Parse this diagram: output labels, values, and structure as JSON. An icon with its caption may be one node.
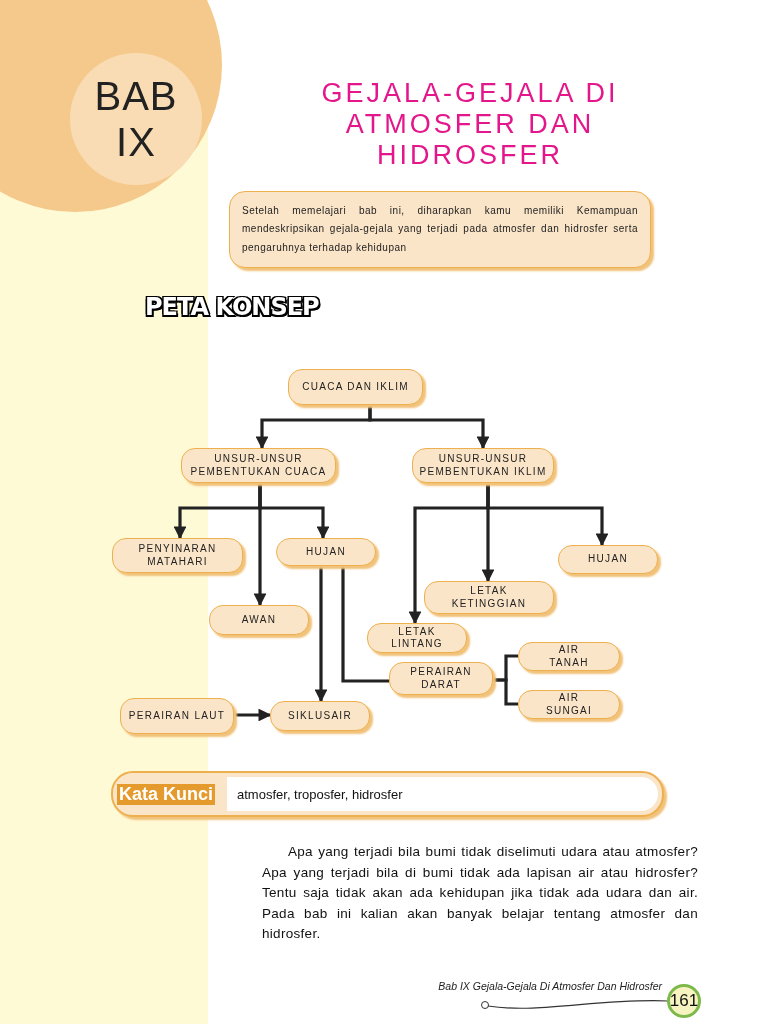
{
  "diagram": {
    "title": "GEJALA-GEJALA DI ATMOSFER DAN HIDROSFER",
    "nodes": [
      {
        "text": [
          "BAB IX"
        ]
      },
      {
        "text": [
          "Setelah memelajari bab ini, diharapkan kamu memiliki Kemampuan mendeskripsikan gejala-gejala yang terjadi pada atmosfer dan hidrosfer serta pengaruhnya terhadap kehidupan"
        ]
      },
      {
        "text": [
          "CUACA DAN IKLIM"
        ]
      },
      {
        "text": [
          "UNSUR-UNSUR PEMBENTUKAN CUACA"
        ]
      },
      {
        "text": [
          "UNSUR-UNSUR PEMBENTUKAN IKLIM"
        ]
      },
      {
        "text": [
          "PENYINARAN MATAHARI"
        ]
      },
      {
        "text": [
          "HUJAN"
        ]
      },
      {
        "text": [
          "HUJAN"
        ]
      },
      {
        "text": [
          "LETAK KETINGGIAN"
        ]
      },
      {
        "text": [
          "AWAN"
        ]
      },
      {
        "text": [
          "LETAK LINTANG"
        ]
      },
      {
        "text": [
          "AIR TANAH"
        ]
      },
      {
        "text": [
          "PERAIRAN DARAT"
        ]
      },
      {
        "text": [
          "AIR SUNGAI"
        ]
      },
      {
        "text": [
          "PERAIRAN LAUT"
        ]
      },
      {
        "text": [
          "SIKLUSAIR"
        ]
      },
      {
        "text": [
          "Kata Kunci",
          "atmosfer, troposfer, hidrosfer"
        ]
      },
      {
        "text": [
          "161"
        ]
      }
    ],
    "edges": [
      {
        "from": 2,
        "to": 3,
        "arrow": "to"
      },
      {
        "from": 2,
        "to": 4,
        "arrow": "to"
      },
      {
        "from": 3,
        "to": 5,
        "arrow": "to"
      },
      {
        "from": 3,
        "to": 6,
        "arrow": "to"
      },
      {
        "from": 3,
        "to": 9,
        "arrow": "to"
      },
      {
        "from": 4,
        "to": 10,
        "arrow": "to"
      },
      {
        "from": 4,
        "to": 8,
        "arrow": "to"
      },
      {
        "from": 4,
        "to": 7,
        "arrow": "to"
      },
      {
        "from": 6,
        "to": 15,
        "arrow": "to"
      },
      {
        "from": 6,
        "to": 12,
        "arrow": "none"
      },
      {
        "from": 12,
        "to": 11,
        "arrow": "none"
      },
      {
        "from": 12,
        "to": 13,
        "arrow": "none"
      },
      {
        "from": 14,
        "to": 15,
        "arrow": "to"
      }
    ],
    "labels": [
      "PETA KONSEP",
      "Apa yang terjadi bila bumi tidak diselimuti udara atau atmosfer? Apa yang terjadi bila di bumi tidak ada lapisan air atau hidrosfer? Tentu saja tidak akan ada kehidupan jika tidak ada udara dan air. Pada bab ini kalian akan banyak belajar tentang atmosfer dan hidrosfer.",
      "Bab IX Gejala-Gejala Di Atmosfer Dan Hidrosfer"
    ]
  }
}
